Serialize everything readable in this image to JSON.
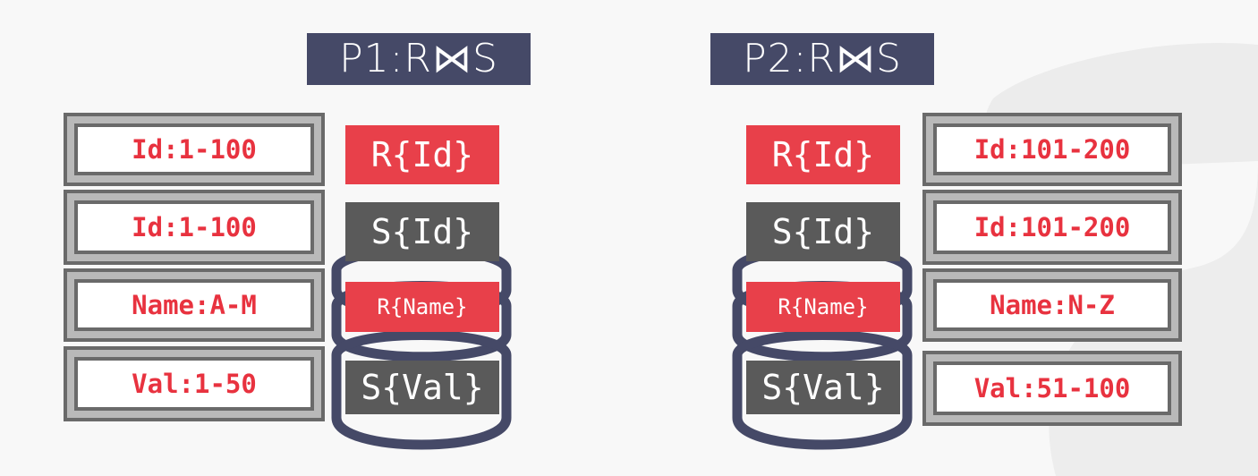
{
  "colors": {
    "accent_red": "#e8404a",
    "dark_gray": "#5a5a5a",
    "title_bg": "#454967",
    "cylinder_outline": "#454967"
  },
  "partitions": [
    {
      "title": "P1:R⋈S",
      "ranges": [
        "Id:1-100",
        "Id:1-100",
        "Name:A-M",
        "Val:1-50"
      ],
      "blocks": [
        "R{Id}",
        "S{Id}",
        "R{Name}",
        "S{Val}"
      ]
    },
    {
      "title": "P2:R⋈S",
      "ranges": [
        "Id:101-200",
        "Id:101-200",
        "Name:N-Z",
        "Val:51-100"
      ],
      "blocks": [
        "R{Id}",
        "S{Id}",
        "R{Name}",
        "S{Val}"
      ]
    }
  ]
}
